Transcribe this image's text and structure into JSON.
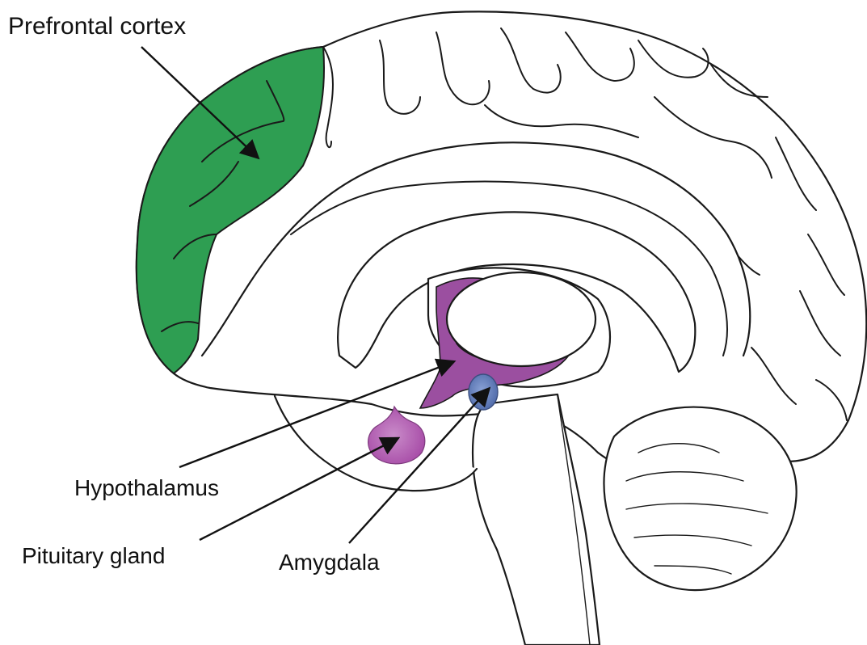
{
  "labels": {
    "prefrontal_cortex": "Prefrontal cortex",
    "hypothalamus": "Hypothalamus",
    "pituitary_gland": "Pituitary gland",
    "amygdala": "Amygdala"
  },
  "colors": {
    "prefrontal_cortex": "#2e9e52",
    "hypothalamus": "#9b4fa0",
    "pituitary_gland": "#a64aa6",
    "amygdala": "#5b78b6",
    "outline": "#1a1a1a"
  }
}
